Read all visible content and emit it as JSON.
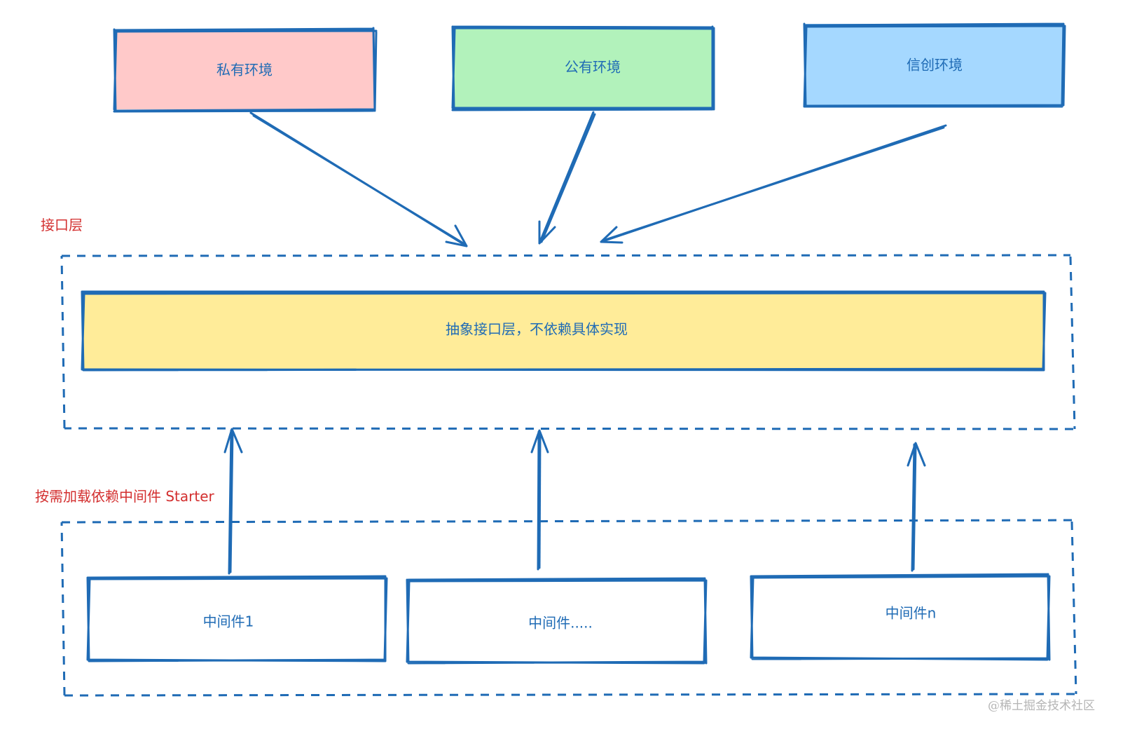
{
  "environments": [
    {
      "label": "私有环境",
      "fill": "#ffc9c9"
    },
    {
      "label": "公有环境",
      "fill": "#b2f2bb"
    },
    {
      "label": "信创环境",
      "fill": "#a5d8ff"
    }
  ],
  "interface_layer": {
    "section_label": "接口层",
    "abstract_label": "抽象接口层，不依赖具体实现",
    "fill": "#ffec99"
  },
  "starter_layer": {
    "section_label": "按需加载依赖中间件 Starter",
    "middleware": [
      {
        "label": "中间件1"
      },
      {
        "label": "中间件....."
      },
      {
        "label": "中间件n"
      }
    ]
  },
  "watermark": "@稀土掘金技术社区",
  "colors": {
    "stroke": "#1f6bb5",
    "section_label": "#d32f2f",
    "background": "#ffffff"
  }
}
